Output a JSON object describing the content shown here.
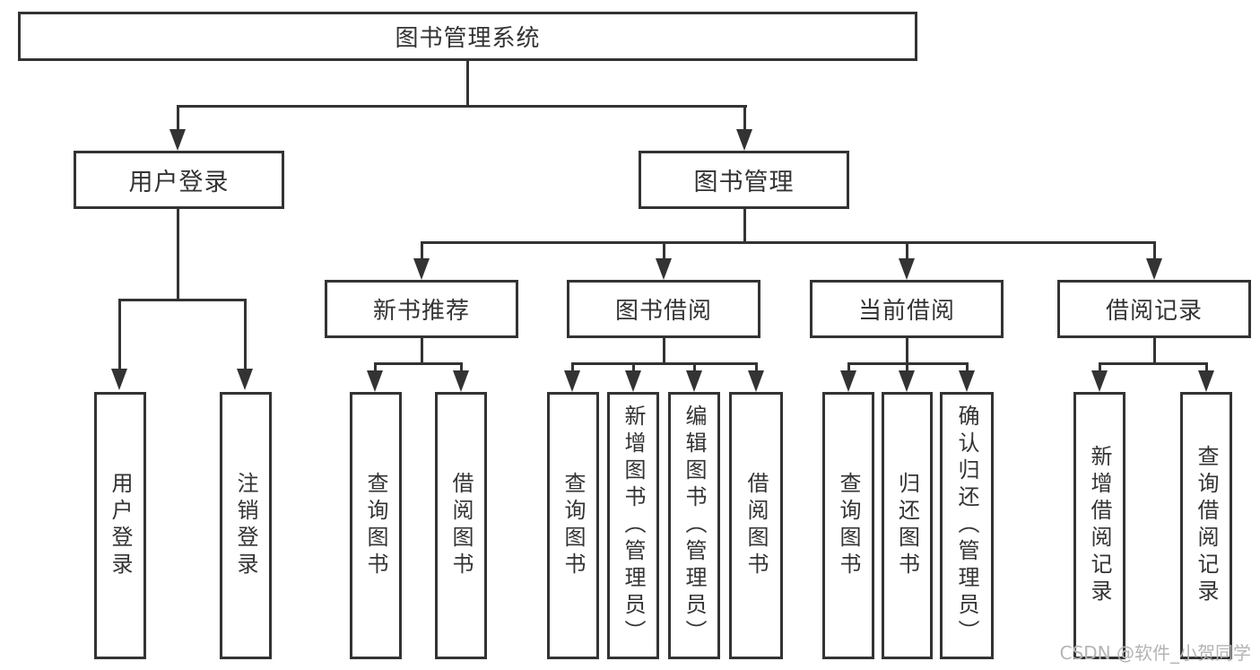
{
  "title": "图书管理系统",
  "tree": {
    "label": "图书管理系统",
    "children": [
      {
        "label": "用户登录",
        "children": [
          {
            "label": "用户登录"
          },
          {
            "label": "注销登录"
          }
        ]
      },
      {
        "label": "图书管理",
        "children": [
          {
            "label": "新书推荐",
            "children": [
              {
                "label": "查询图书"
              },
              {
                "label": "借阅图书"
              }
            ]
          },
          {
            "label": "图书借阅",
            "children": [
              {
                "label": "查询图书"
              },
              {
                "label": "新增图书（管理员）"
              },
              {
                "label": "编辑图书（管理员）"
              },
              {
                "label": "借阅图书"
              }
            ]
          },
          {
            "label": "当前借阅",
            "children": [
              {
                "label": "查询图书"
              },
              {
                "label": "归还图书"
              },
              {
                "label": "确认归还（管理员）"
              }
            ]
          },
          {
            "label": "借阅记录",
            "children": [
              {
                "label": "新增借阅记录"
              },
              {
                "label": "查询借阅记录"
              }
            ]
          }
        ]
      }
    ]
  },
  "watermark": {
    "text": "CSDN @软件_小贺同学",
    "color": "#b4b4b4"
  },
  "colors": {
    "line": "#333333",
    "text": "#333333",
    "background": "#ffffff"
  }
}
